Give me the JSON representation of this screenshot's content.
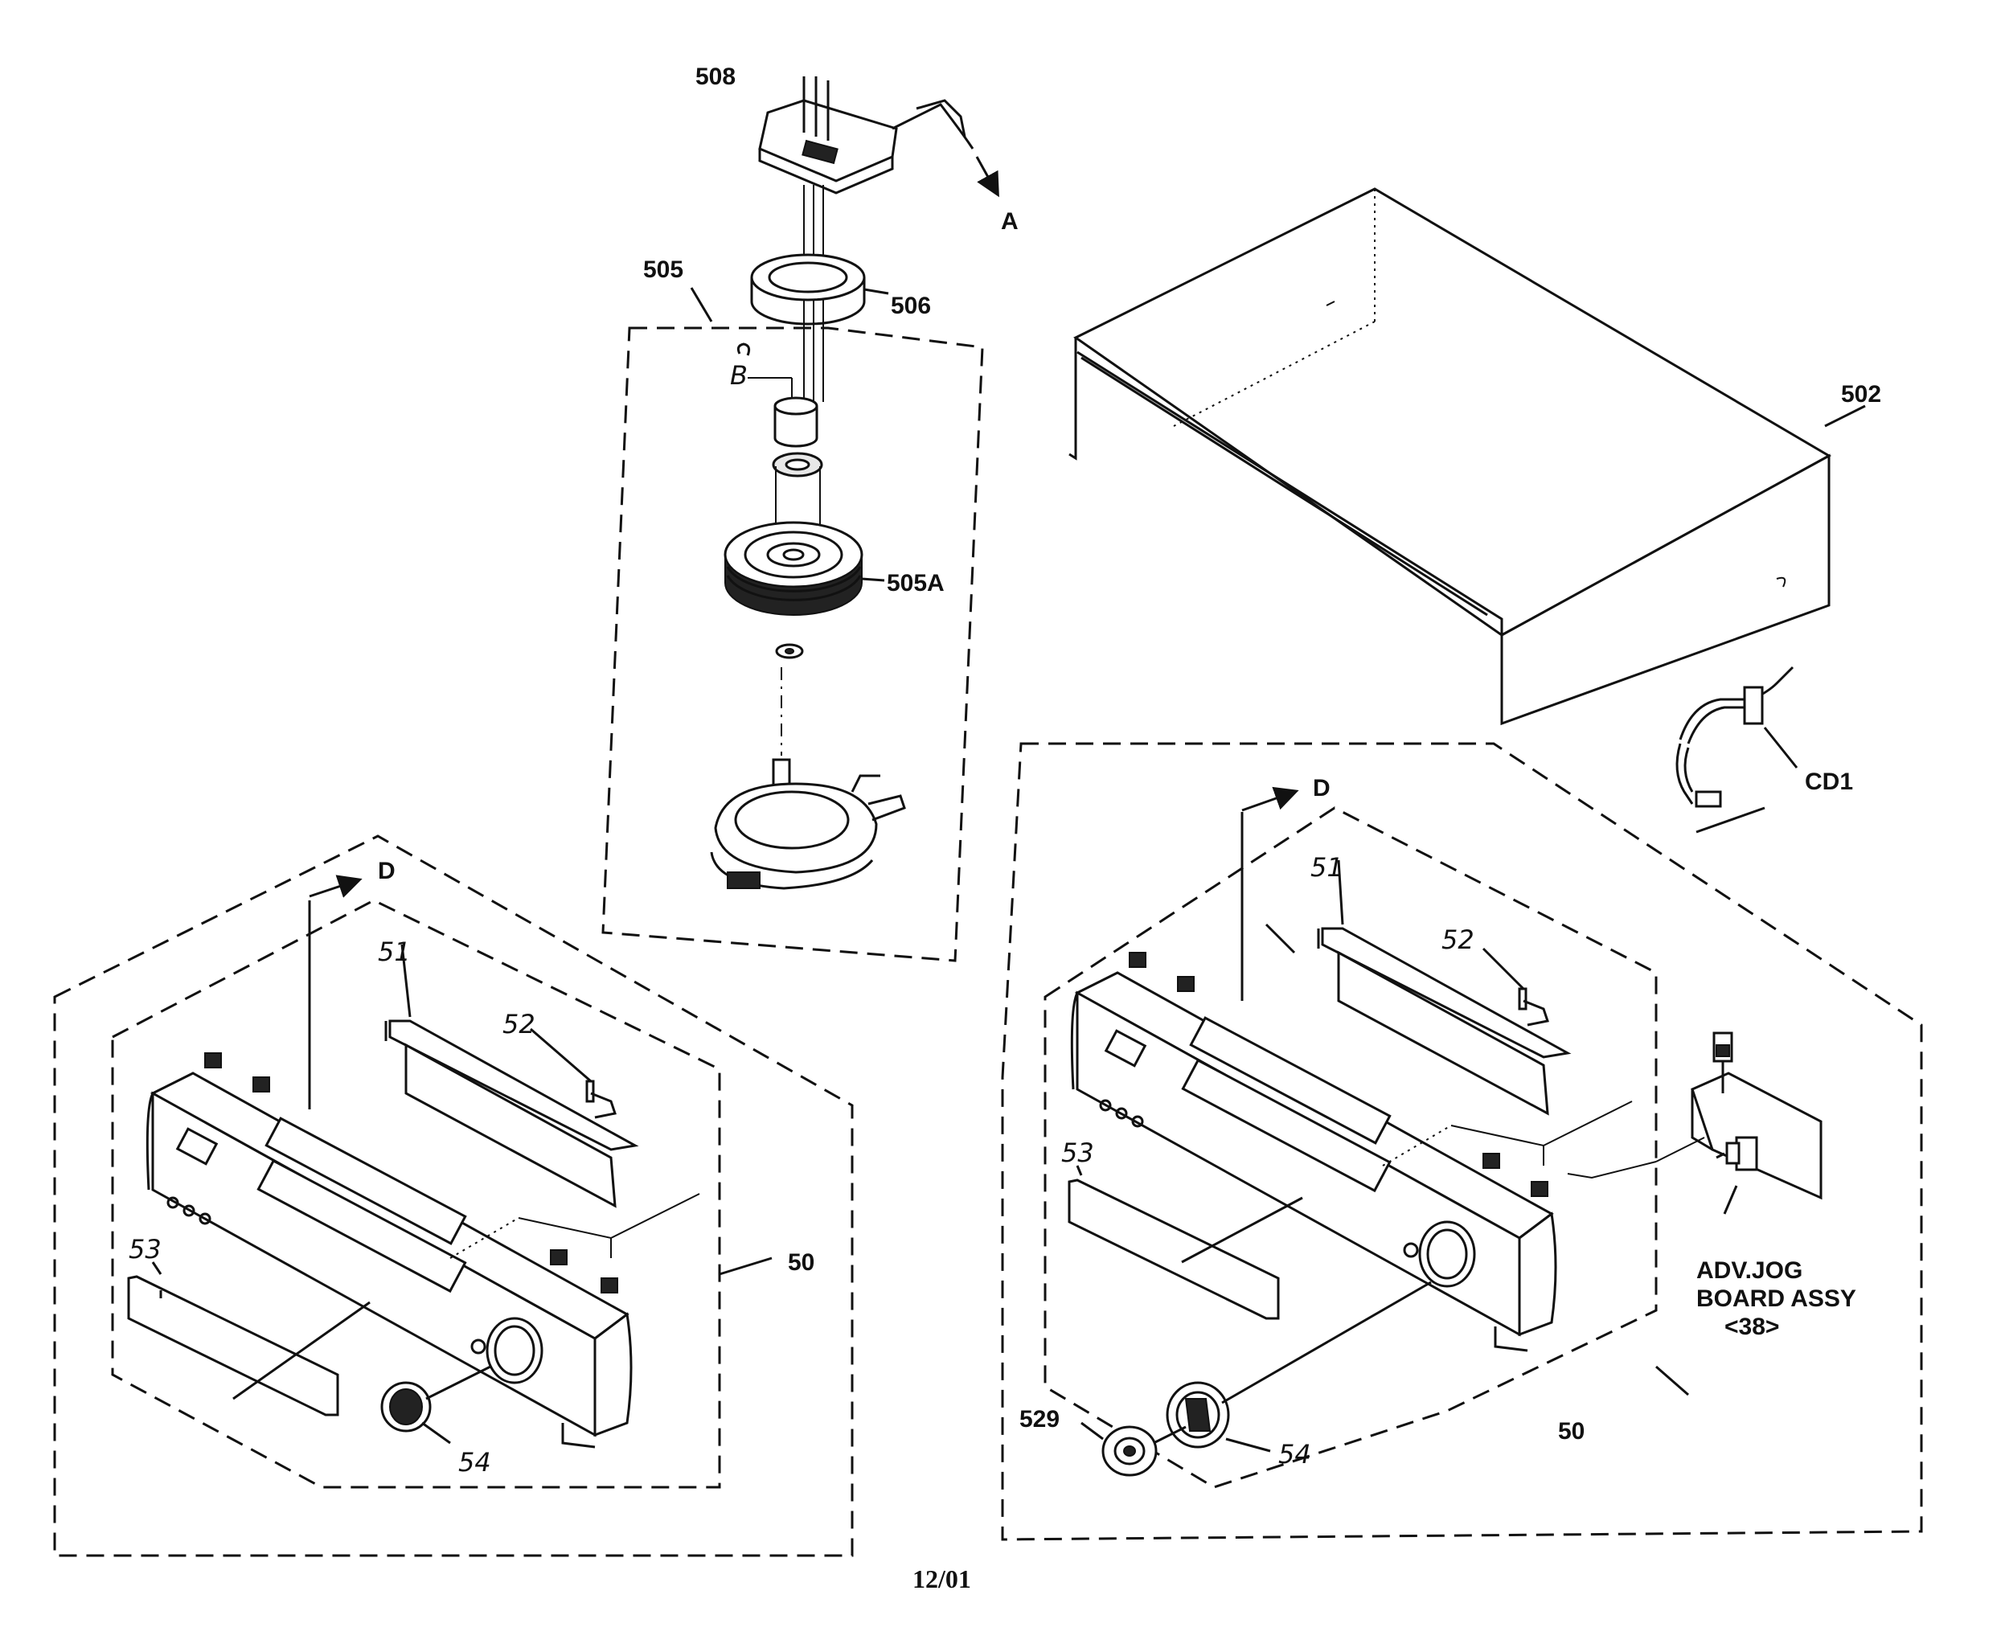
{
  "labels": {
    "p508": "508",
    "pA": "A",
    "p505": "505",
    "p506": "506",
    "pB": "B",
    "p505A": "505A",
    "p502": "502",
    "pCD1": "CD1",
    "pD_left": "D",
    "pD_right": "D",
    "p51_left": "51",
    "p52_left": "52",
    "p53_left": "53",
    "p54_left": "54",
    "p50_left": "50",
    "p51_right": "51",
    "p52_right": "52",
    "p53_right": "53",
    "p54_right": "54",
    "p50_right": "50",
    "p529": "529",
    "adv_line1": "ADV.JOG",
    "adv_line2": "BOARD ASSY",
    "adv_line3": "<38>"
  },
  "footer": {
    "page_number": "12/01"
  }
}
